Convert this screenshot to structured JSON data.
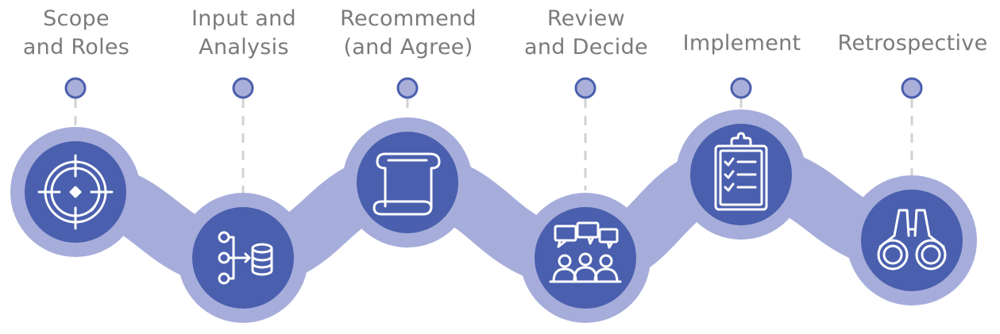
{
  "colors": {
    "ribbon": "#a6adda",
    "circle": "#4a5fae",
    "dot_fill": "#a9afd8",
    "dot_stroke": "#4a5fae",
    "dash": "#d2d2d2",
    "icon": "#ffffff",
    "text": "#7b7b7b"
  },
  "steps": [
    {
      "id": "scope",
      "lines": [
        "Scope",
        "and Roles"
      ],
      "icon": "target-icon"
    },
    {
      "id": "input",
      "lines": [
        "Input and",
        "Analysis"
      ],
      "icon": "database-flow-icon"
    },
    {
      "id": "recommend",
      "lines": [
        "Recommend",
        "(and Agree)"
      ],
      "icon": "scroll-icon"
    },
    {
      "id": "review",
      "lines": [
        "Review",
        "and Decide"
      ],
      "icon": "team-discussion-icon"
    },
    {
      "id": "implement",
      "lines": [
        "Implement"
      ],
      "icon": "clipboard-checklist-icon"
    },
    {
      "id": "retrospective",
      "lines": [
        "Retrospective"
      ],
      "icon": "binoculars-icon"
    }
  ]
}
